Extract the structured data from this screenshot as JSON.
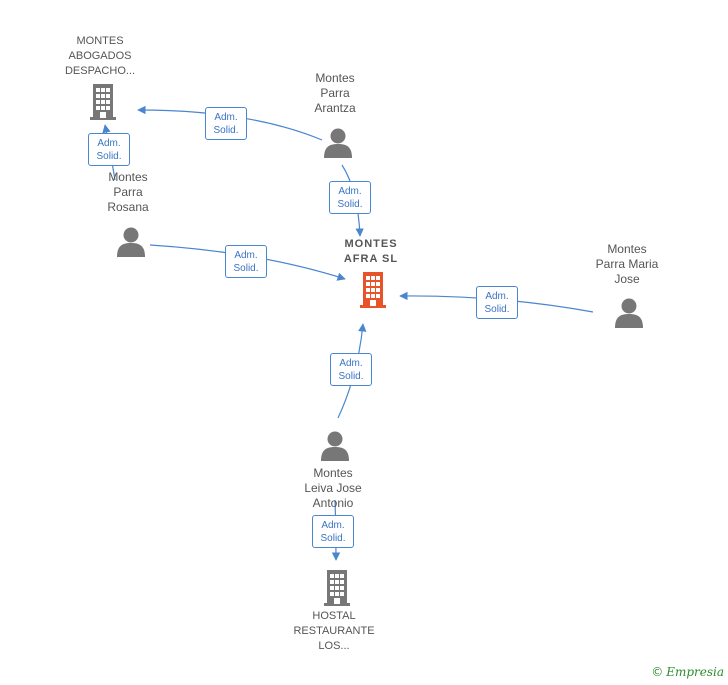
{
  "colors": {
    "edge": "#4a86d0",
    "person": "#777777",
    "company": "#777777",
    "main_company": "#e8542a"
  },
  "nodes": {
    "main": {
      "label": "MONTES\nAFRA  SL"
    },
    "abogados": {
      "label": "MONTES\nABOGADOS\nDESPACHO..."
    },
    "hostal": {
      "label": "HOSTAL\nRESTAURANTE\nLOS..."
    },
    "arantza": {
      "label": "Montes\nParra\nArantza"
    },
    "rosana": {
      "label": "Montes\nParra\nRosana"
    },
    "maria_jose": {
      "label": "Montes\nParra Maria\nJose"
    },
    "leiva": {
      "label": "Montes\nLeiva Jose\nAntonio"
    }
  },
  "edges": [
    {
      "id": "arantza_abogados",
      "label": "Adm.\nSolid."
    },
    {
      "id": "rosana_abogados",
      "label": "Adm.\nSolid."
    },
    {
      "id": "arantza_main",
      "label": "Adm.\nSolid."
    },
    {
      "id": "rosana_main",
      "label": "Adm.\nSolid."
    },
    {
      "id": "mariajose_main",
      "label": "Adm.\nSolid."
    },
    {
      "id": "leiva_main",
      "label": "Adm.\nSolid."
    },
    {
      "id": "leiva_hostal",
      "label": "Adm.\nSolid."
    }
  ],
  "brand": {
    "copyright": "©",
    "name": "Empresia"
  }
}
